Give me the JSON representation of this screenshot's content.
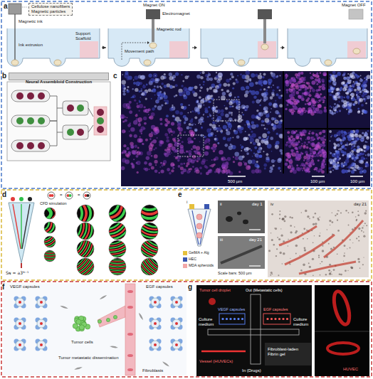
{
  "diagram": {
    "nodes": [
      {
        "text": [
          "Magnetic ink",
          "Ink extrusion",
          "Support Scaffold"
        ]
      },
      {
        "text": [
          "Cellulose nanofibers",
          "Magnetic particles"
        ],
        "in": 0
      },
      {
        "text": [
          "Magnet ON",
          "Electromagnet",
          "Magnetic rod",
          "Movement path"
        ]
      },
      {
        "text": [
          "Magnet OFF"
        ]
      },
      {
        "text": [
          "Neural Assembloid Construction"
        ]
      }
    ],
    "edges": [
      {
        "from": 0,
        "to": 2,
        "arrow": "to"
      }
    ],
    "labels": [
      "a",
      "b",
      "c",
      "500 µm",
      "100 µm",
      "100 µm",
      "d",
      "=",
      "=",
      "CFD simulation",
      "Sɴ = a3ᴺ⁻¹",
      "e",
      "i",
      "ii",
      "day 1",
      "iii",
      "day 21",
      "iv",
      "day 21",
      "Scale bars: 500 µm",
      "f",
      "VEGF capsules",
      "EGF capsules",
      "Tumor cells",
      "Tumor metastatic dissemination",
      "Fibroblasts",
      "g",
      "Tumor cell droplet",
      "Out (Metastatic cells)",
      "VEGF capsules",
      "EGF capsules",
      "Culture medium",
      "Culture medium",
      "Vessel (HUVECs)",
      "In (Drugs)",
      "Fibroblast-laden Fibrin gel",
      "HUVEC"
    ],
    "legend": [
      {
        "text": "GelMA + Alg",
        "color": "#e6c03c"
      },
      {
        "text": "HEC",
        "color": "#3a56b0"
      },
      {
        "text": "MDA spheroids",
        "color": "#f2a7a7"
      }
    ]
  }
}
